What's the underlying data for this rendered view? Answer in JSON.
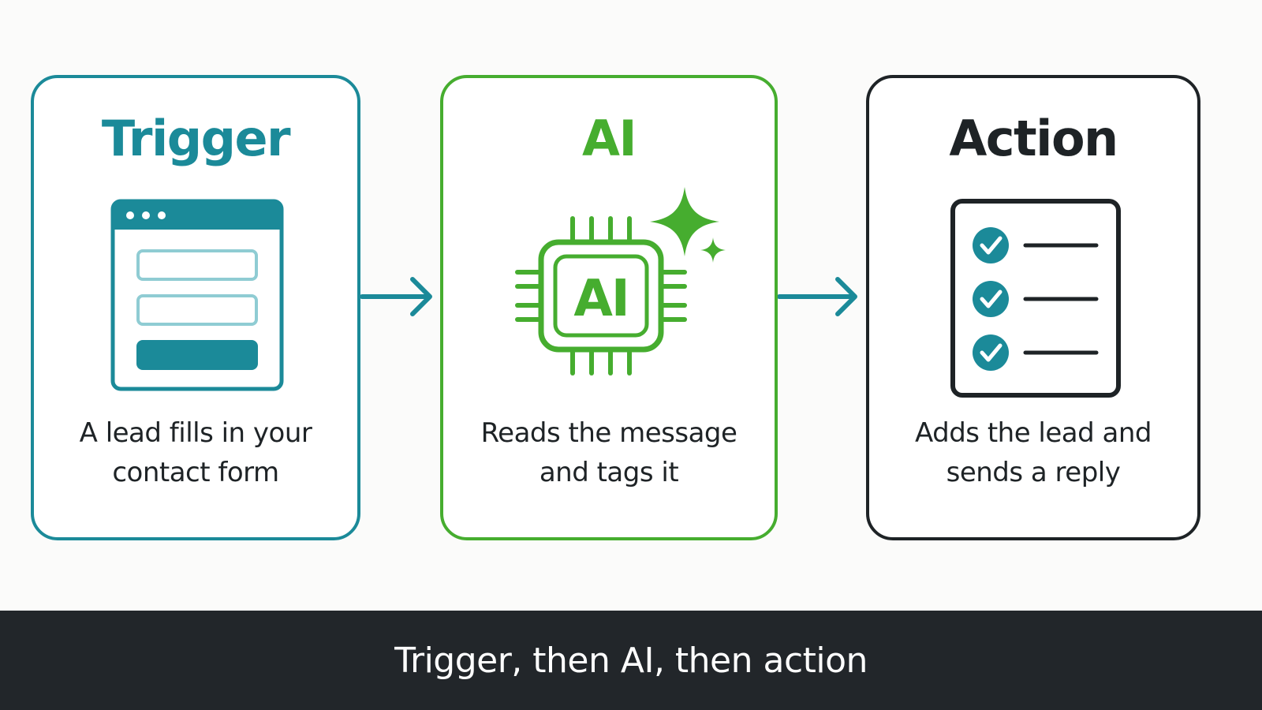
{
  "colors": {
    "trigger_accent": "#1b8a99",
    "ai_accent": "#46ad2f",
    "action_accent": "#1e2326",
    "caption_background": "#22262a",
    "caption_text": "#ffffff"
  },
  "steps": [
    {
      "title": "Trigger",
      "description_lines": [
        "A lead fills in your",
        "contact form"
      ],
      "icon": "web-form-icon"
    },
    {
      "title": "AI",
      "chip_label": "AI",
      "description_lines": [
        "Reads the message",
        "and tags it"
      ],
      "icon": "ai-chip-icon"
    },
    {
      "title": "Action",
      "description_lines": [
        "Adds the lead and",
        "sends a reply"
      ],
      "icon": "checklist-icon",
      "checklist_items": 3
    }
  ],
  "caption": "Trigger, then AI, then action"
}
